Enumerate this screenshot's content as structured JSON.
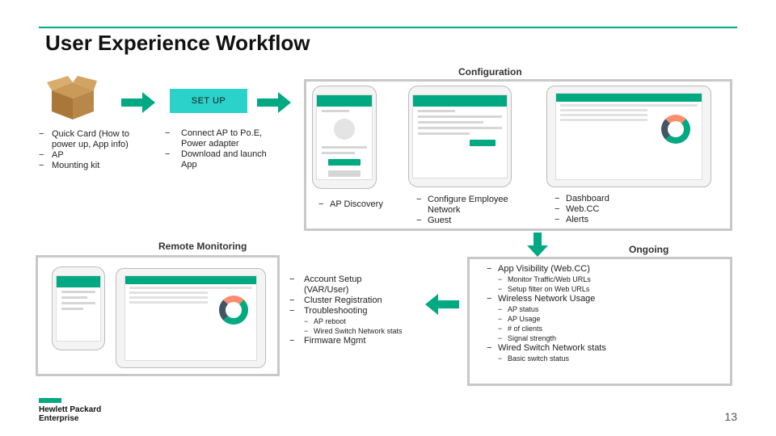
{
  "title": "User Experience Workflow",
  "labels": {
    "configuration": "Configuration",
    "setup": "SET UP",
    "remote_monitoring": "Remote Monitoring",
    "ongoing": "Ongoing"
  },
  "box_list": [
    "Quick Card (How to power up, App info)",
    "AP",
    "Mounting kit"
  ],
  "setup_list": [
    "Connect AP to Po.E, Power adapter",
    "Download and launch App"
  ],
  "config_lists": {
    "discovery": [
      "AP Discovery"
    ],
    "employee": [
      "Configure Employee Network",
      "Guest"
    ],
    "dashboard": [
      "Dashboard",
      "Web.CC",
      "Alerts"
    ]
  },
  "remote_list": {
    "items": [
      "Account Setup (VAR/User)",
      "Cluster Registration",
      "Troubleshooting"
    ],
    "sub": [
      "AP reboot",
      "Wired Switch Network stats"
    ],
    "last": "Firmware Mgmt"
  },
  "ongoing_list": {
    "app_visibility": "App Visibility (Web.CC)",
    "app_sub": [
      "Monitor Traffic/Web URLs",
      "Setup filter on Web URLs"
    ],
    "wireless": "Wireless Network Usage",
    "wireless_sub": [
      "AP status",
      "AP Usage",
      "# of clients",
      "Signal strength"
    ],
    "wired": "Wired Switch Network stats",
    "wired_sub": [
      "Basic switch status"
    ]
  },
  "logo": {
    "line1": "Hewlett Packard",
    "line2": "Enterprise"
  },
  "page_number": "13",
  "colors": {
    "accent": "#01a982",
    "setup_box": "#2ad2c9",
    "frame": "#c8c8c8"
  }
}
